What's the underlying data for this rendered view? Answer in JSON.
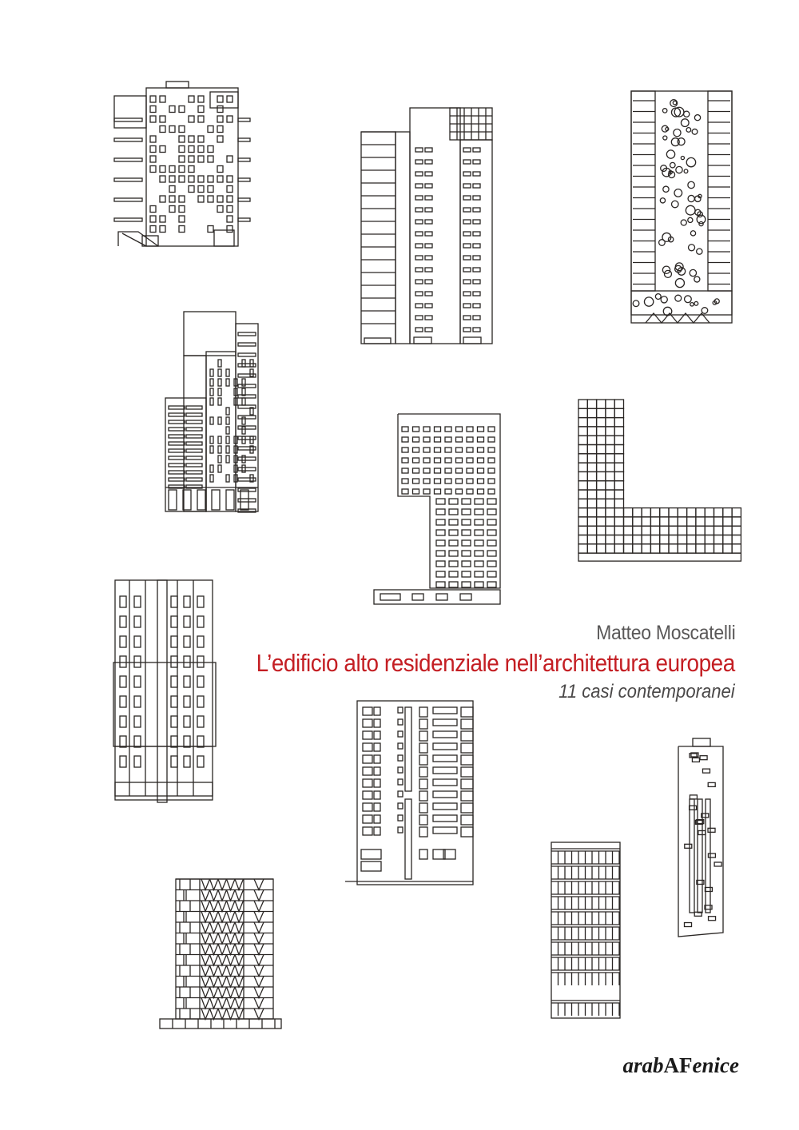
{
  "cover": {
    "author": "Matteo Moscatelli",
    "title": "L’edificio alto residenziale nell’architettura europea",
    "subtitle": "11 casi contemporanei",
    "publisher": {
      "part1": "arab",
      "part2": "AF",
      "part3": "enice"
    }
  },
  "colors": {
    "title": "#c41e23",
    "author": "#5a5858",
    "subtitle": "#4a4848",
    "line": "#2a2624",
    "background": "#ffffff"
  },
  "illustrations": [
    "building-elevation-1",
    "building-elevation-2",
    "building-elevation-3",
    "building-elevation-4",
    "building-elevation-5",
    "building-elevation-6",
    "building-elevation-7",
    "building-elevation-8",
    "building-elevation-9",
    "building-elevation-10",
    "building-elevation-11"
  ]
}
